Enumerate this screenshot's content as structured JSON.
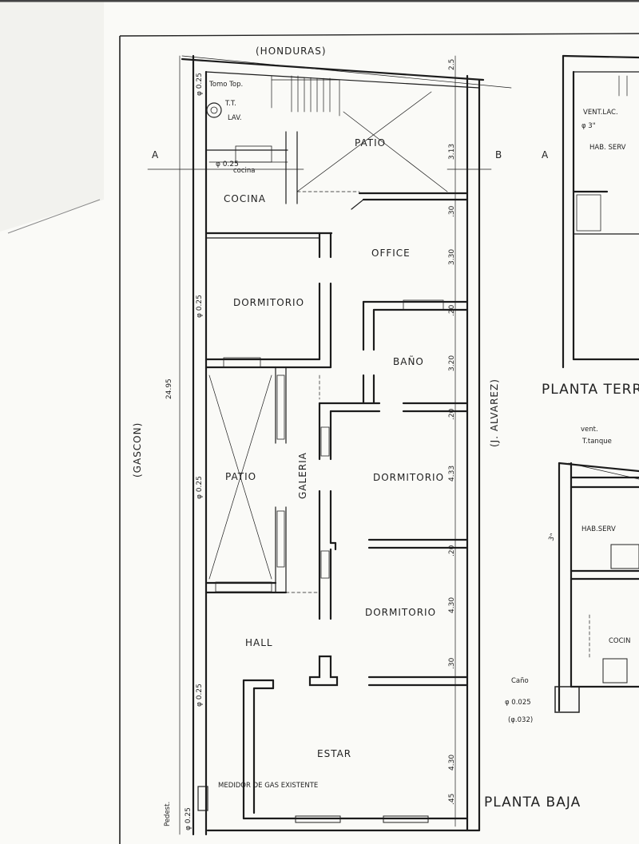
{
  "plan_baja": {
    "streets": {
      "top": "(HONDURAS)",
      "left": "(GASCON)",
      "right": "(J. ALVAREZ)"
    },
    "rooms": {
      "patio_top": "PATIO",
      "cocina": "COCINA",
      "office": "OFFICE",
      "dormitorio_1": "DORMITORIO",
      "bano": "BAÑO",
      "patio_mid": "PATIO",
      "galeria": "GALERIA",
      "dormitorio_2": "DORMITORIO",
      "dormitorio_3": "DORMITORIO",
      "hall": "HALL",
      "estar": "ESTAR"
    },
    "notes": {
      "tomo_top": "Tomo Top.",
      "tt": "T.T.",
      "lav": "LAV.",
      "cocina_small": "cocina",
      "medidor": "MEDIDOR DE GAS EXISTENTE",
      "pedest": "Pedest."
    },
    "dims_right": [
      "2.5",
      "3.13",
      ".30",
      "3.30",
      ".20",
      "3.20",
      ".20",
      "4.33",
      ".20",
      "4.30",
      ".30",
      "4.30",
      ".45"
    ],
    "dims_left": [
      "φ 0.25",
      "φ 0.25",
      "φ 0.25",
      "φ 0.25",
      "φ 0.25",
      "φ 0.25"
    ],
    "total_length": "24.95",
    "section_a": "A",
    "section_b": "B",
    "title": "PLANTA BAJA"
  },
  "plan_terraza": {
    "vent_lav": "VENT.LAC.",
    "diam": "φ 3\"",
    "hab_serv": "HAB. SERV",
    "section_a": "A",
    "title": "PLANTA TERRA"
  },
  "section_view": {
    "vent": "vent.",
    "tanque": "T.tanque",
    "hab_serv": "HAB.SERV",
    "diam": "3\"",
    "cocina": "COCIN",
    "cano": "Caño",
    "cano_d1": "φ 0.025",
    "cano_d2": "(φ.032)"
  }
}
